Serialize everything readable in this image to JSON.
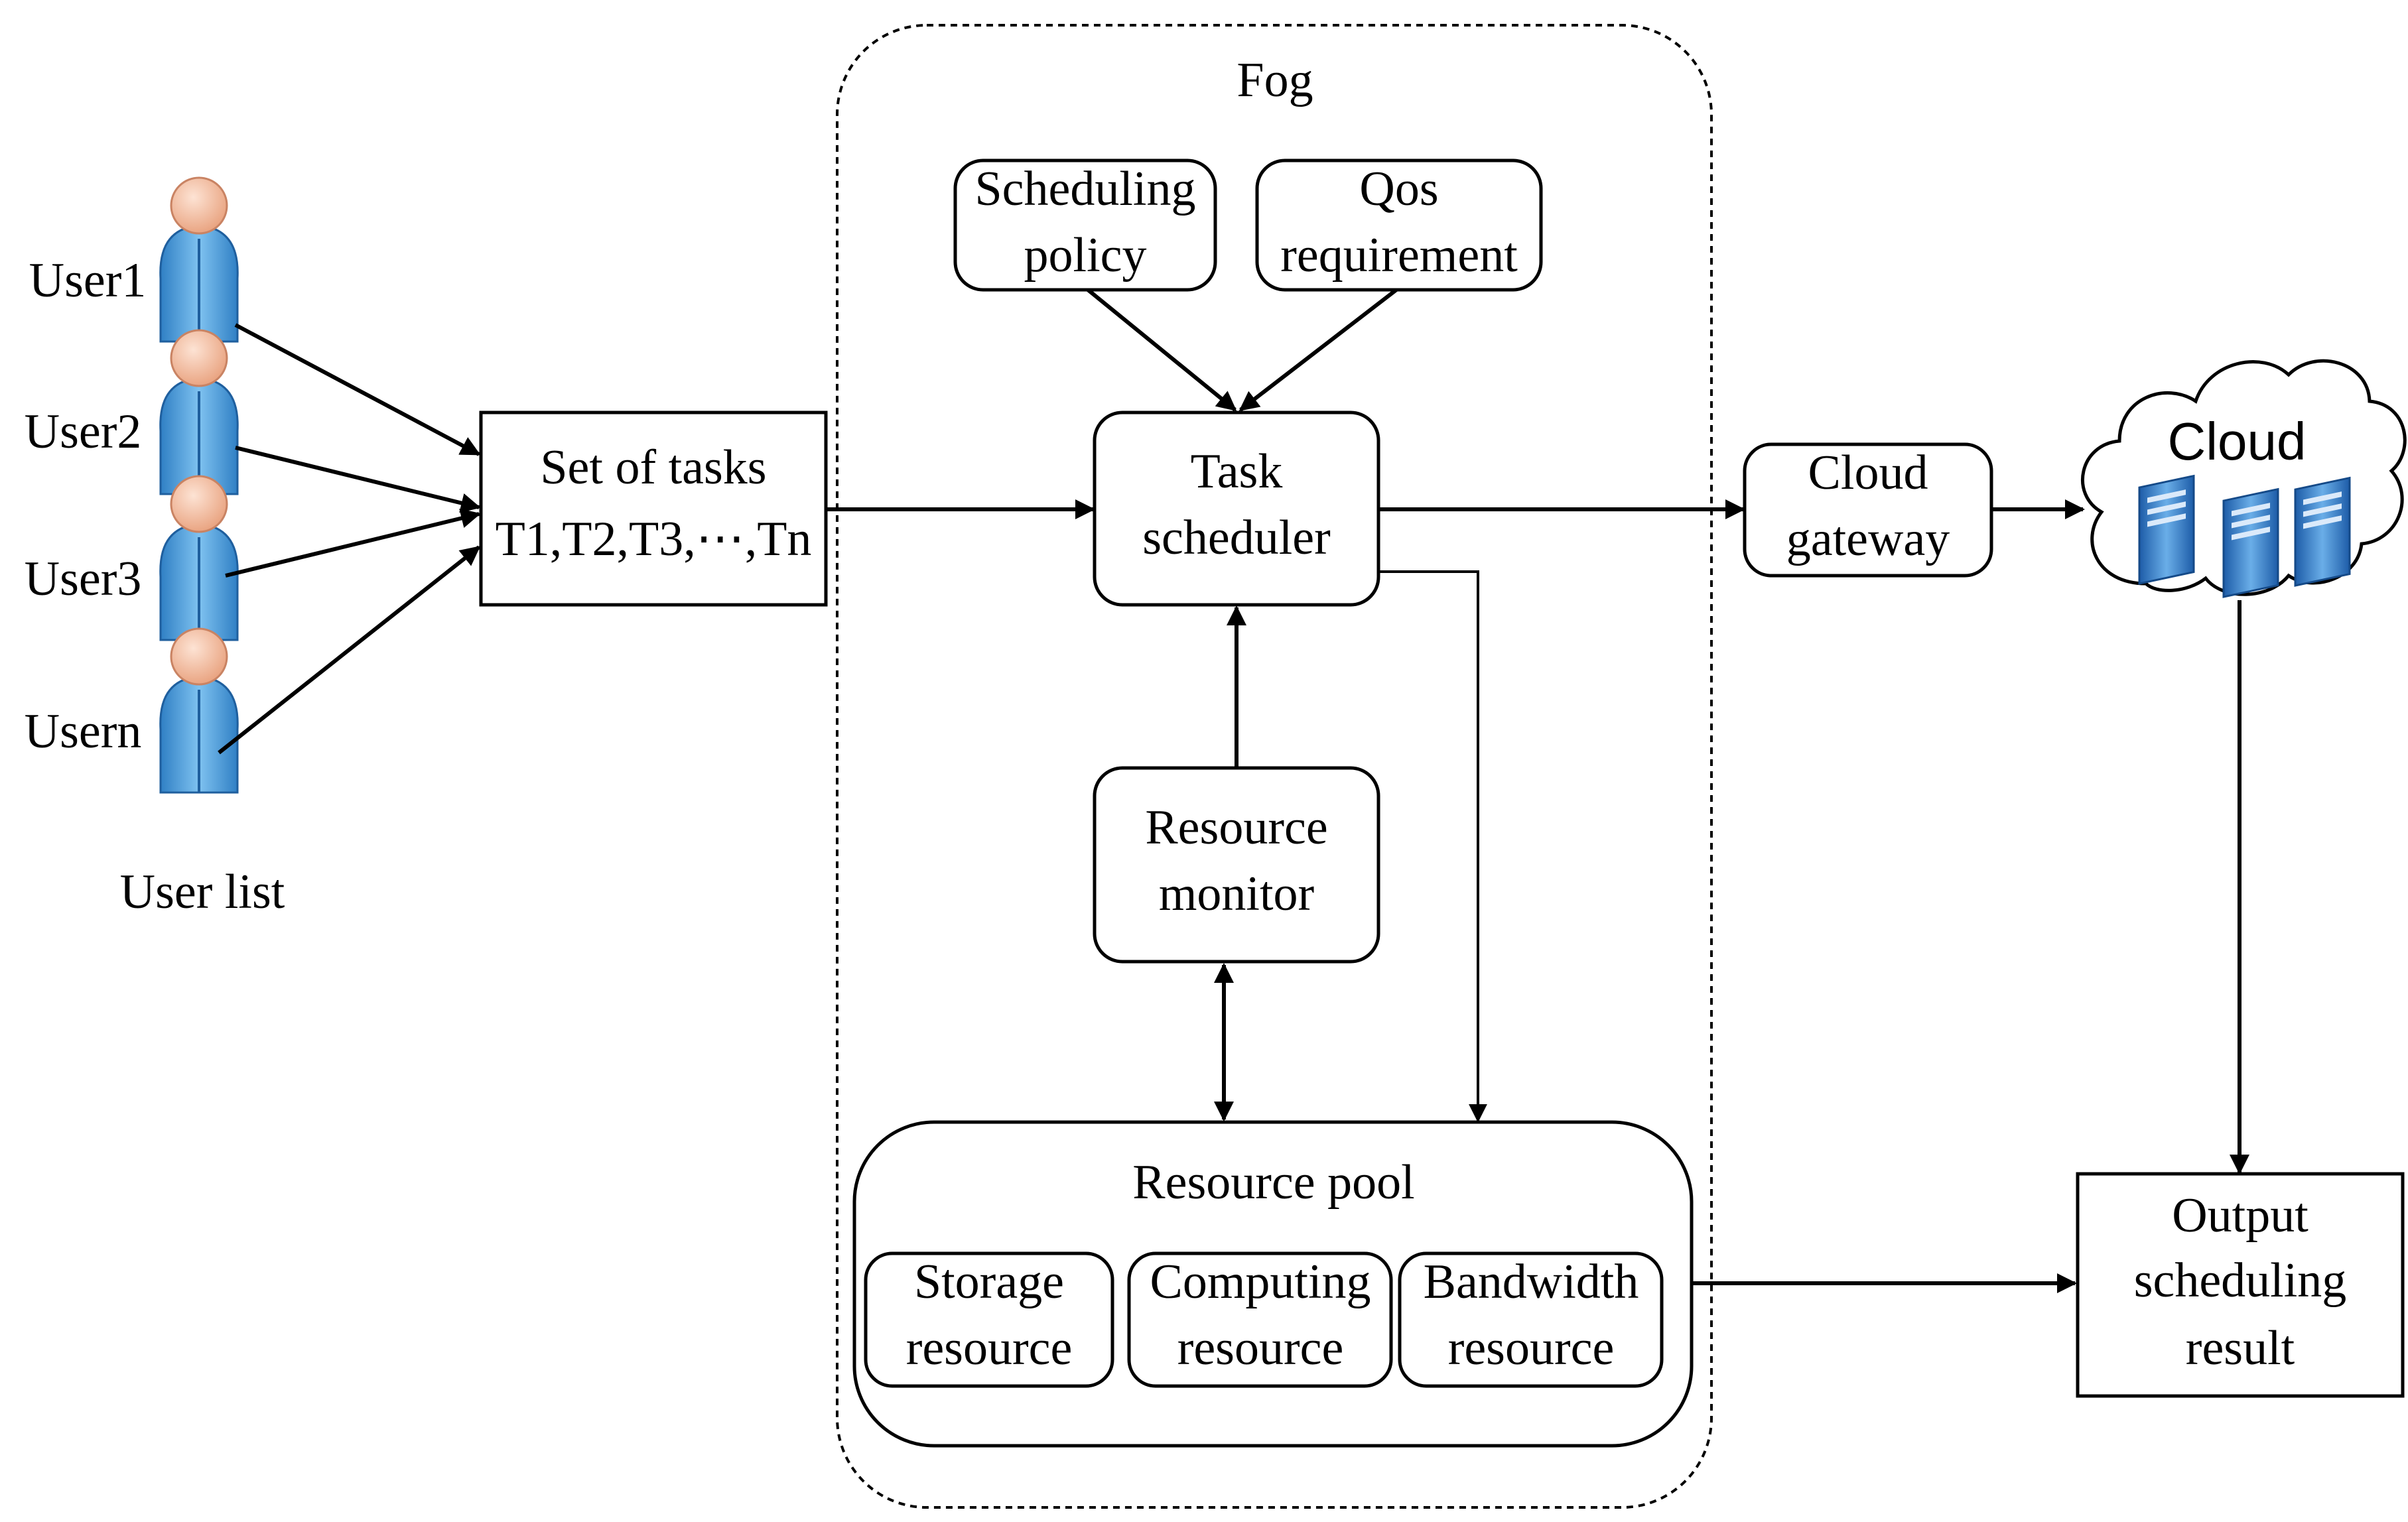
{
  "fog": {
    "label": "Fog"
  },
  "users": [
    {
      "label": "User1"
    },
    {
      "label": "User2"
    },
    {
      "label": "User3"
    },
    {
      "label": "Usern"
    }
  ],
  "user_list_label": "User list",
  "tasks": {
    "line1": "Set of tasks",
    "line2": "T1,T2,T3,⋯,Tn"
  },
  "scheduling_policy": {
    "line1": "Scheduling",
    "line2": "policy"
  },
  "qos": {
    "line1": "Qos",
    "line2": "requirement"
  },
  "task_scheduler": {
    "line1": "Task",
    "line2": "scheduler"
  },
  "resource_monitor": {
    "line1": "Resource",
    "line2": "monitor"
  },
  "resource_pool": {
    "label": "Resource pool",
    "storage": {
      "line1": "Storage",
      "line2": "resource"
    },
    "computing": {
      "line1": "Computing",
      "line2": "resource"
    },
    "bandwidth": {
      "line1": "Bandwidth",
      "line2": "resource"
    }
  },
  "cloud_gateway": {
    "line1": "Cloud",
    "line2": "gateway"
  },
  "cloud": {
    "label": "Cloud"
  },
  "output": {
    "line1": "Output",
    "line2": "scheduling",
    "line3": "result"
  },
  "colors": {
    "user_body": "#4a9ad8",
    "user_head": "#f3b89a",
    "server": "#3d7fc7"
  }
}
